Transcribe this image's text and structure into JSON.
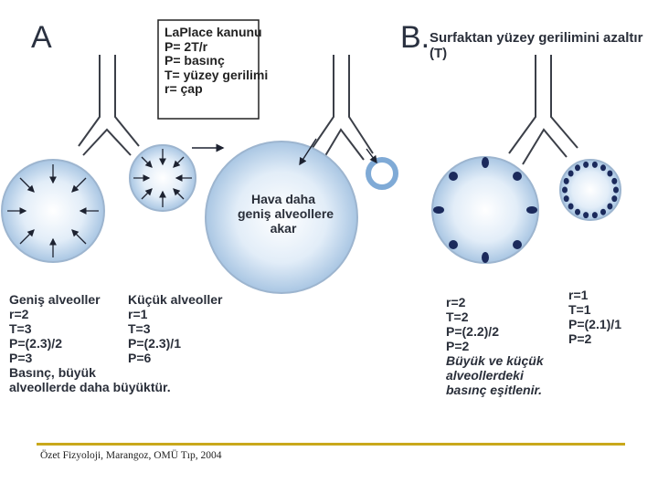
{
  "panel_a": {
    "label": "A",
    "laplace_box": [
      "LaPlace kanunu",
      "P= 2T/r",
      "P= basınç",
      "T= yüzey gerilimi",
      "r= çap"
    ],
    "big_alveolus_caption": [
      "Hava daha",
      "geniş alveollere",
      "akar"
    ],
    "large_alveoli": [
      "Geniş alveoller",
      "r=2",
      "T=3",
      "P=(2.3)/2",
      "P=3",
      "Basınç, büyük",
      "alveollerde daha büyüktür."
    ],
    "small_alveoli": [
      "Küçük alveoller",
      "r=1",
      "T=3",
      "P=(2.3)/1",
      "P=6"
    ]
  },
  "panel_b": {
    "label": "B.",
    "title": "Surfaktan yüzey gerilimini azaltır (T)",
    "large": [
      "r=2",
      "T=2",
      "P=(2.2)/2",
      "P=2"
    ],
    "large_note": [
      "Büyük ve küçük",
      "alveollerdeki",
      "basınç eşitlenir."
    ],
    "small": [
      "r=1",
      "T=1",
      "P=(2.1)/1",
      "P=2"
    ]
  },
  "footer": "Özet Fizyoloji, Marangoz, OMÜ Tıp, 2004",
  "colors": {
    "alveolus_fill": "#c7dcef",
    "alveolus_edge": "#9db5cf",
    "surfactant": "#1b2a5c",
    "footer_rule": "#c9a81b"
  }
}
